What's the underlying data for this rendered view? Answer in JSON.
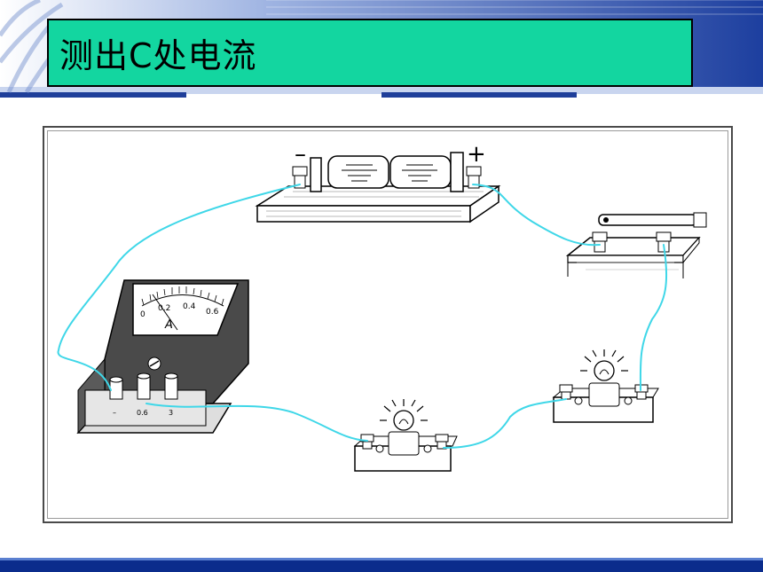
{
  "slide": {
    "title": "测出C处电流"
  },
  "diagram": {
    "battery": {
      "minus_sign": "–",
      "plus_sign": "+"
    },
    "ammeter": {
      "unit": "A",
      "scale_labels": [
        "0",
        "0.2",
        "0.4",
        "0.6"
      ],
      "terminal_labels": [
        "–",
        "0.6",
        "3"
      ]
    }
  },
  "colors": {
    "title_fill": "#13d6a0",
    "wire": "#3fd7e8",
    "header_blue": "#1b3f9e",
    "footer_blue": "#0b2c8c"
  }
}
